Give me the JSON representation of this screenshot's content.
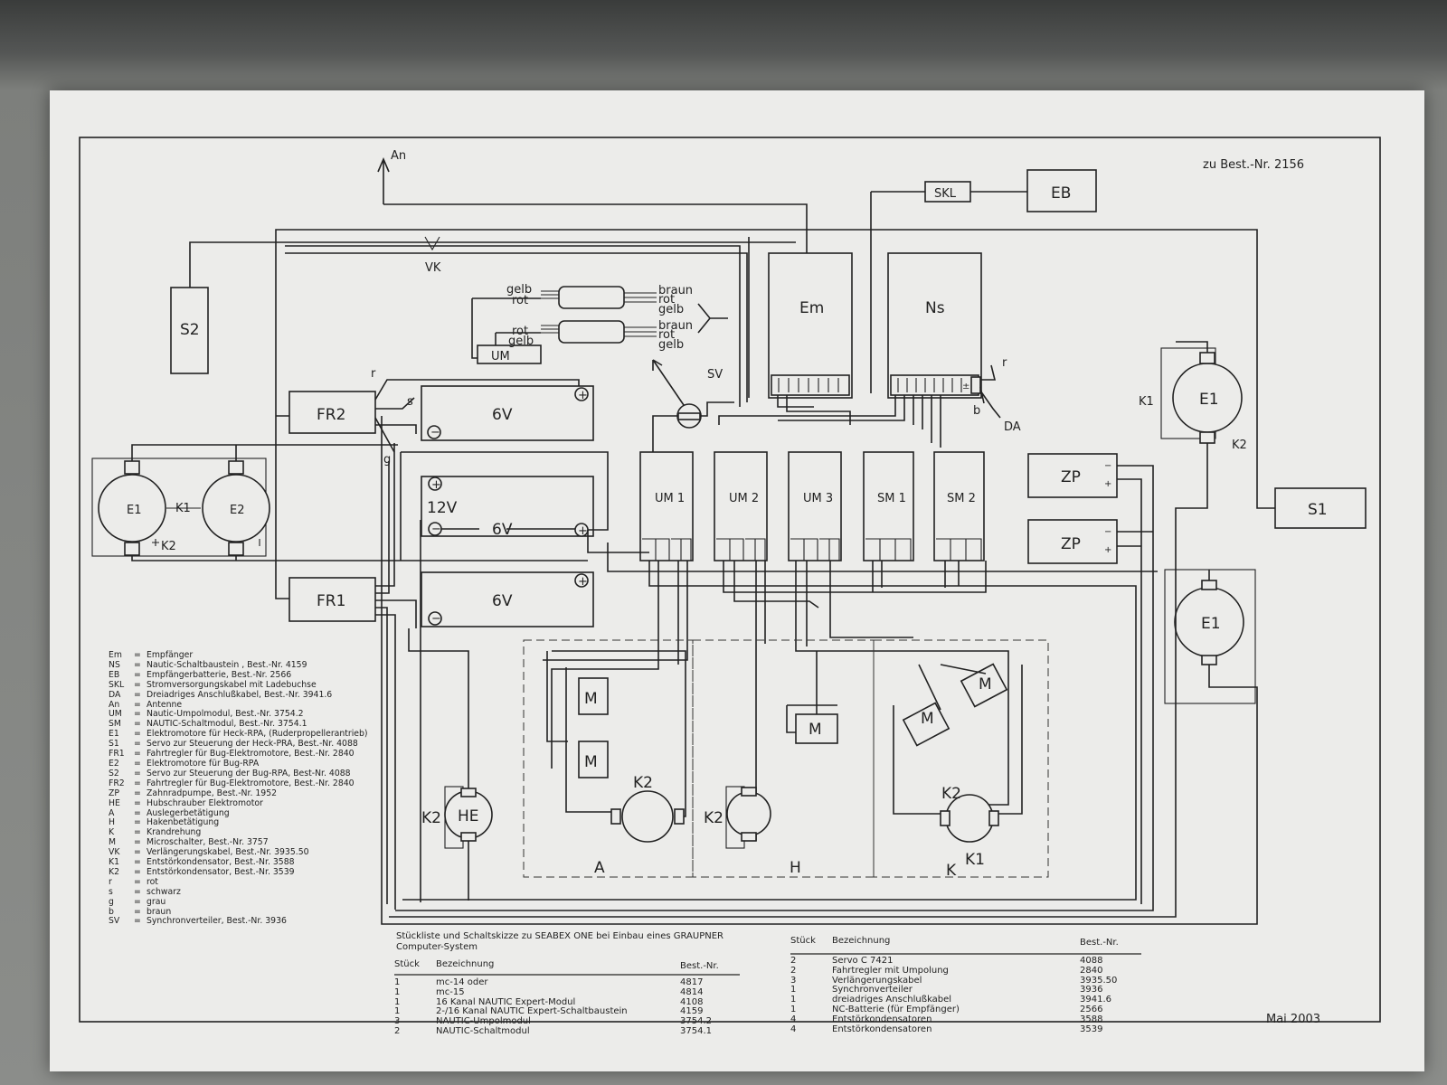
{
  "header": {
    "ref": "zu Best.-Nr. 2156",
    "date": "Mai 2003"
  },
  "components": {
    "an": "An",
    "vk": "VK",
    "skl": "SKL",
    "eb": "EB",
    "em": "Em",
    "ns": "Ns",
    "s2": "S2",
    "s1": "S1",
    "fr2": "FR2",
    "fr1": "FR1",
    "bat_6v": "6V",
    "bat_12v": "12V",
    "um": "UM",
    "sv": "SV",
    "da": "DA",
    "um1": "UM 1",
    "um2": "UM 2",
    "um3": "UM 3",
    "sm1": "SM 1",
    "sm2": "SM 2",
    "zp": "ZP",
    "e1": "E1",
    "e2": "E2",
    "k1": "K1",
    "k2": "K2",
    "he": "HE",
    "m": "M",
    "a": "A",
    "h": "H",
    "k": "K",
    "r": "r",
    "s": "s",
    "g": "g",
    "b": "b",
    "plus": "+",
    "minus": "−",
    "pm": "±"
  },
  "wire_colors_left": [
    "gelb",
    "rot",
    "rot",
    "gelb"
  ],
  "wire_colors_right": [
    "braun",
    "rot",
    "gelb",
    "braun",
    "rot",
    "gelb"
  ],
  "legend": [
    {
      "k": "Em",
      "v": "Empfänger"
    },
    {
      "k": "NS",
      "v": "Nautic-Schaltbaustein , Best.-Nr. 4159"
    },
    {
      "k": "EB",
      "v": "Empfängerbatterie, Best.-Nr. 2566"
    },
    {
      "k": "SKL",
      "v": "Stromversorgungskabel mit Ladebuchse"
    },
    {
      "k": "DA",
      "v": "Dreiadriges Anschlußkabel, Best.-Nr. 3941.6"
    },
    {
      "k": "An",
      "v": "Antenne"
    },
    {
      "k": "UM",
      "v": "Nautic-Umpolmodul, Best.-Nr. 3754.2"
    },
    {
      "k": "SM",
      "v": "NAUTIC-Schaltmodul, Best.-Nr. 3754.1"
    },
    {
      "k": "E1",
      "v": "Elektromotore für Heck-RPA, (Ruderpropellerantrieb)"
    },
    {
      "k": "S1",
      "v": "Servo zur Steuerung der Heck-PRA, Best.-Nr. 4088"
    },
    {
      "k": "FR1",
      "v": "Fahrtregler für Bug-Elektromotore, Best.-Nr. 2840"
    },
    {
      "k": "E2",
      "v": "Elektromotore für Bug-RPA"
    },
    {
      "k": "S2",
      "v": "Servo zur Steuerung der Bug-RPA, Best-Nr. 4088"
    },
    {
      "k": "FR2",
      "v": "Fahrtregler für Bug-Elektromotore, Best.-Nr. 2840"
    },
    {
      "k": "ZP",
      "v": "Zahnradpumpe, Best.-Nr. 1952"
    },
    {
      "k": "HE",
      "v": "Hubschrauber Elektromotor"
    },
    {
      "k": "A",
      "v": "Auslegerbetätigung"
    },
    {
      "k": "H",
      "v": "Hakenbetätigung"
    },
    {
      "k": "K",
      "v": "Krandrehung"
    },
    {
      "k": "M",
      "v": "Microschalter, Best.-Nr. 3757"
    },
    {
      "k": "VK",
      "v": "Verlängerungskabel, Best.-Nr. 3935.50"
    },
    {
      "k": "K1",
      "v": "Entstörkondensator, Best.-Nr. 3588"
    },
    {
      "k": "K2",
      "v": "Entstörkondensator, Best.-Nr. 3539"
    },
    {
      "k": "r",
      "v": "rot"
    },
    {
      "k": "s",
      "v": "schwarz"
    },
    {
      "k": "g",
      "v": "grau"
    },
    {
      "k": "b",
      "v": "braun"
    },
    {
      "k": "SV",
      "v": "Synchronverteiler, Best.-Nr. 3936"
    }
  ],
  "parts_title": [
    "Stückliste und Schaltskizze zu SEABEX ONE bei Einbau eines GRAUPNER",
    "Computer-System"
  ],
  "table_headers": {
    "qty": "Stück",
    "desc": "Bezeichnung",
    "nr": "Best.-Nr."
  },
  "table1": [
    {
      "q": "1",
      "d": "mc-14  oder",
      "n": "4817"
    },
    {
      "q": "1",
      "d": "mc-15",
      "n": "4814"
    },
    {
      "q": "1",
      "d": "16 Kanal NAUTIC Expert-Modul",
      "n": "4108"
    },
    {
      "q": "1",
      "d": "2-/16 Kanal NAUTIC Expert-Schaltbaustein",
      "n": "4159"
    },
    {
      "q": "3",
      "d": "NAUTIC-Umpolmodul",
      "n": "3754.2"
    },
    {
      "q": "2",
      "d": "NAUTIC-Schaltmodul",
      "n": "3754.1"
    }
  ],
  "table2": [
    {
      "q": "2",
      "d": "Servo C 7421",
      "n": "4088"
    },
    {
      "q": "2",
      "d": "Fahrtregler mit Umpolung",
      "n": "2840"
    },
    {
      "q": "3",
      "d": "Verlängerungskabel",
      "n": "3935.50"
    },
    {
      "q": "1",
      "d": "Synchronverteiler",
      "n": "3936"
    },
    {
      "q": "1",
      "d": "dreiadriges Anschlußkabel",
      "n": "3941.6"
    },
    {
      "q": "1",
      "d": "NC-Batterie (für Empfänger)",
      "n": "2566"
    },
    {
      "q": "4",
      "d": "Entstörkondensatoren",
      "n": "3588"
    },
    {
      "q": "4",
      "d": "Entstörkondensatoren",
      "n": "3539"
    }
  ]
}
